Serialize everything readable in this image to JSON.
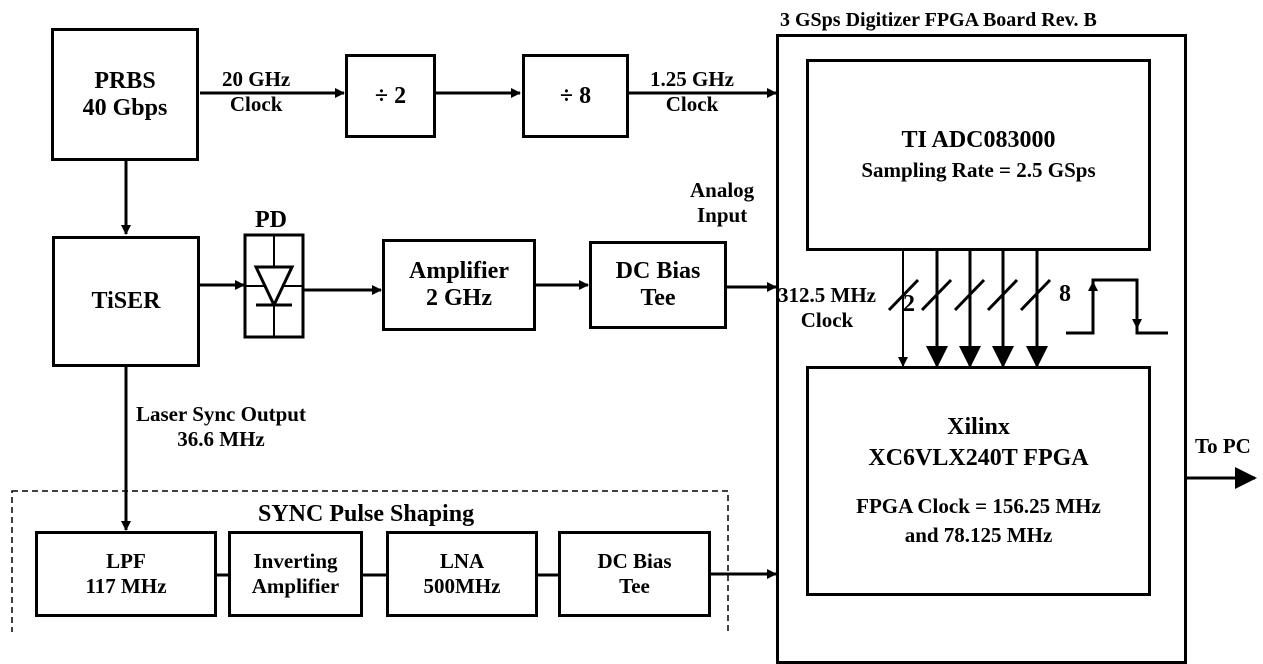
{
  "board": {
    "title": "3 GSps Digitizer FPGA Board Rev. B",
    "adc": {
      "name": "TI ADC083000",
      "rate": "Sampling Rate = 2.5 GSps"
    },
    "fpga": {
      "line1": "Xilinx",
      "line2": "XC6VLX240T FPGA",
      "clock1": "FPGA Clock = 156.25 MHz",
      "clock2": "and 78.125 MHz"
    },
    "bus_label_a": "2",
    "bus_label_b": "8"
  },
  "blocks": {
    "prbs": {
      "line1": "PRBS",
      "line2": "40 Gbps"
    },
    "div2": "÷ 2",
    "div8": "÷ 8",
    "tiser": "TiSER",
    "pd_label": "PD",
    "amp": {
      "line1": "Amplifier",
      "line2": "2 GHz"
    },
    "dcbias1": {
      "line1": "DC Bias",
      "line2": "Tee"
    },
    "lpf": {
      "line1": "LPF",
      "line2": "117 MHz"
    },
    "invamp": {
      "line1": "Inverting",
      "line2": "Amplifier"
    },
    "lna": {
      "line1": "LNA",
      "line2": "500MHz"
    },
    "dcbias2": {
      "line1": "DC Bias",
      "line2": "Tee"
    }
  },
  "labels": {
    "clk20": {
      "line1": "20 GHz",
      "line2": "Clock"
    },
    "clk125": {
      "line1": "1.25 GHz",
      "line2": "Clock"
    },
    "analog": {
      "line1": "Analog",
      "line2": "Input"
    },
    "clk3125": {
      "line1": "312.5 MHz",
      "line2": "Clock"
    },
    "laser_sync": {
      "line1": "Laser Sync Output",
      "line2": "36.6 MHz"
    },
    "sync_group": "SYNC Pulse Shaping",
    "to_pc": "To PC"
  }
}
